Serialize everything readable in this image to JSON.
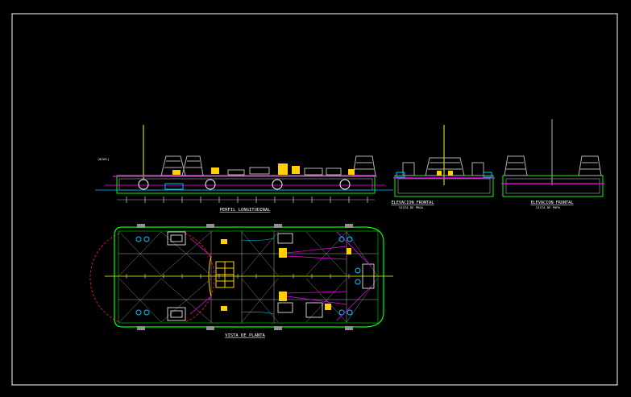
{
  "drawing": {
    "colors": {
      "background": "#000000",
      "frame": "#ffffff",
      "hull": "#00ff00",
      "rigging": "#ff00ff",
      "centerline": "#ffff00",
      "equipment": "#ffd000",
      "structure": "#b0b0b0",
      "fenders": "#00c0ff",
      "hatch": "#ffffff",
      "radius": "#ff2020"
    },
    "labels": {
      "profile_title": "PERFIL LONGITUDINAL",
      "front_title_1": "ELEVACION FRONTAL",
      "front_sub_1": "VISTA DE PROA",
      "front_title_2": "ELEVACION FRONTAL",
      "front_sub_2": "VISTA DE POPA",
      "plan_title": "VISTA DE PLANTA",
      "profile_tag": "(NIVEL)"
    }
  }
}
